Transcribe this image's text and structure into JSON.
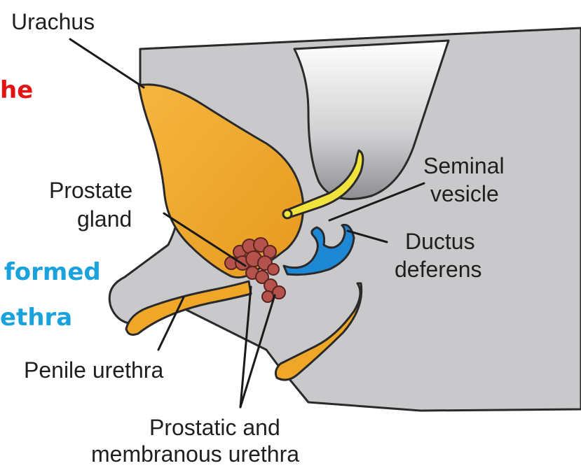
{
  "colors": {
    "tissue_gray": "#c9c9cb",
    "outline": "#2a2a2a",
    "urethra_orange": "#f0a626",
    "seminal_yellow": "#f2e33c",
    "ductus_blue": "#1e88d4",
    "prostate_red": "#b5524c",
    "slide_red": "#e41313",
    "slide_blue": "#1aa2dd"
  },
  "labels": {
    "urachus": "Urachus",
    "prostate_1": "Prostate",
    "prostate_2": "gland",
    "seminal_1": "Seminal",
    "seminal_2": "vesicle",
    "ductus_1": "Ductus",
    "ductus_2": "deferens",
    "penile": "Penile urethra",
    "prostatic_1": "Prostatic and",
    "prostatic_2": "membranous urethra"
  },
  "slide_fragments": {
    "red_text": "he",
    "blue_text_1": "formed",
    "blue_text_2": "ethra"
  }
}
